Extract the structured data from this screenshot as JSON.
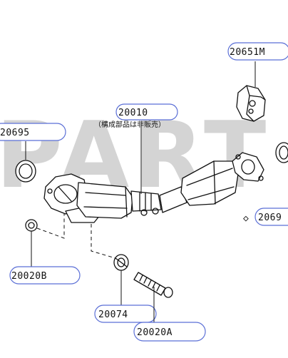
{
  "watermark": "PART",
  "callouts": {
    "c20651m": "20651M",
    "c20010": "20010",
    "c20010_note": "（構成部品は非販売）",
    "c20695": "20695",
    "c2069_right": "2069",
    "c20020b": "20020B",
    "c20074": "20074",
    "c20020a": "20020A"
  },
  "colors": {
    "callout_outline": "#5b6fd6",
    "watermark": "#d4d4d4",
    "line": "#111111"
  }
}
